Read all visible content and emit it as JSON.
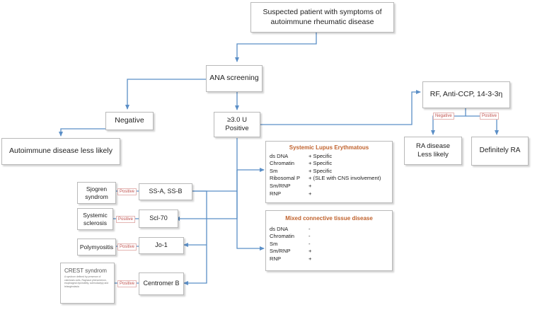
{
  "colors": {
    "connector": "#5b8fc7",
    "title_accent": "#c0622d",
    "tag_text": "#c0504d"
  },
  "nodes": {
    "suspected": "Suspected patient with symptoms of autoimmune rheumatic disease",
    "ana": "ANA screening",
    "negative": "Negative",
    "less_likely": "Autoimmune disease less likely",
    "positive_line1": "≥3.0 U",
    "positive_line2": "Positive",
    "rf": "RF, Anti-CCP, 14-3-3η",
    "ra_less_line1": "RA disease",
    "ra_less_line2": "Less likely",
    "definitely_ra": "Definitely RA",
    "ssa_ssb": "SS-A, SS-B",
    "scl70": "Scl-70",
    "jo1": "Jo-1",
    "centromer": "Centromer B",
    "sjogren_line1": "Sjogren",
    "sjogren_line2": "syndrom",
    "systemic_line1": "Systemic",
    "systemic_line2": "sclerosis",
    "polymyositis": "Polymyositis",
    "crest_title": "CREST syndrom",
    "crest_body": "A syndrom defined by presence of calcinosis cutis, Raynaud phenomenon, esophageal dysmotility, sclerodactyly and telangiectasia"
  },
  "tags": {
    "rf_negative": "Negative",
    "rf_positive": "Positive",
    "sjogren": "Positive",
    "systemic": "Positive",
    "polymyositis": "Positive",
    "crest": "Positive"
  },
  "sle": {
    "title": "Systemic Lupus Erythmatous",
    "rows": [
      {
        "antibody": "ds DNA",
        "result": "+ Specific"
      },
      {
        "antibody": "Chromatin",
        "result": "+ Specific"
      },
      {
        "antibody": "Sm",
        "result": "+ Specific"
      },
      {
        "antibody": "Ribosomal P",
        "result": "+ (SLE with CNS involvement)"
      },
      {
        "antibody": "Sm/RNP",
        "result": "+"
      },
      {
        "antibody": "RNP",
        "result": "+"
      }
    ]
  },
  "mctd": {
    "title": "Mixed connective tissue disease",
    "rows": [
      {
        "antibody": "ds DNA",
        "result": "-"
      },
      {
        "antibody": "Chromatin",
        "result": "-"
      },
      {
        "antibody": "Sm",
        "result": "-"
      },
      {
        "antibody": "Sm/RNP",
        "result": "+"
      },
      {
        "antibody": "RNP",
        "result": "+"
      }
    ]
  }
}
